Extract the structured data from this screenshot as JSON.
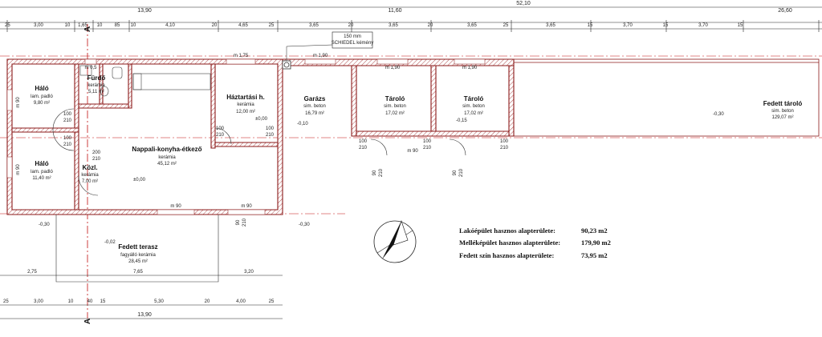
{
  "top_dims": {
    "row1": [
      "13,90",
      "11,60",
      "52,10",
      "26,60"
    ],
    "row2": [
      "25",
      "3,00",
      "10",
      "1,65",
      "10",
      "85",
      "10",
      "4,10",
      "20",
      "4,65",
      "25",
      "3,65",
      "20",
      "3,65",
      "20",
      "3,65",
      "25",
      "3,65",
      "15",
      "3,70",
      "15",
      "3,70",
      "15"
    ]
  },
  "bottom_dims": {
    "row1": [
      "2,75",
      "7,65",
      "3,20"
    ],
    "row2": [
      "25",
      "3,00",
      "10",
      "40",
      "15",
      "5,30",
      "20",
      "4,00",
      "25"
    ],
    "row3": "13,90"
  },
  "section_labels": [
    "A",
    "A"
  ],
  "rooms": [
    {
      "name": "Háló",
      "floor": "lam. padló",
      "area": "9,80 m²"
    },
    {
      "name": "Fürdő",
      "floor": "kerámia",
      "area": "5,11 m²"
    },
    {
      "name": "Háztartási h.",
      "floor": "kerámia",
      "area": "12,00 m²"
    },
    {
      "name": "Garázs",
      "floor": "sim. beton",
      "area": "16,79 m²"
    },
    {
      "name": "Tároló",
      "floor": "sim. beton",
      "area": "17,02 m²"
    },
    {
      "name": "Tároló",
      "floor": "sim. beton",
      "area": "17,02 m²"
    },
    {
      "name": "Fedett tároló",
      "floor": "sim. beton",
      "area": "129,07 m²"
    },
    {
      "name": "Háló",
      "floor": "lam. padló",
      "area": "11,40 m²"
    },
    {
      "name": "Közl.",
      "floor": "kerámia",
      "area": "7,00 m²"
    },
    {
      "name": "Nappali-konyha-étkező",
      "floor": "kerámia",
      "area": "45,12 m²"
    },
    {
      "name": "Fedett terasz",
      "floor": "fagyálló kerámia",
      "area": "28,45 m²"
    }
  ],
  "chimney_note": [
    "150 mm",
    "SCHIEDEL kémény"
  ],
  "window_labels": [
    "m 0,5",
    "m 1,75",
    "m 1,90",
    "m 1,90",
    "m 1,90",
    "m 90",
    "m 90",
    "m 90",
    "m 90",
    "m 90"
  ],
  "door_labels": [
    "100",
    "210",
    "100",
    "210",
    "200",
    "210",
    "100",
    "210",
    "100",
    "210",
    "100",
    "210",
    "100",
    "210",
    "90",
    "210",
    "90",
    "210",
    "100",
    "210",
    "90",
    "210"
  ],
  "levels": [
    "±0,00",
    "-0,10",
    "-0,15",
    "-0,30",
    "-0,30",
    "-0,30",
    "-0,02",
    "±0,00"
  ],
  "summary": [
    {
      "label": "Lakóépület hasznos alapterülete:",
      "value": "90,23 m2"
    },
    {
      "label": "Melléképület hasznos alapterülete:",
      "value": "179,90 m2"
    },
    {
      "label": "Fedett szín hasznos alapterülete:",
      "value": "73,95 m2"
    }
  ],
  "colors": {
    "wall": "#8b1a1a",
    "dim": "#222222",
    "axis": "#c21010",
    "hatch": "#b05050"
  },
  "icons": [
    "north-arrow-icon"
  ]
}
